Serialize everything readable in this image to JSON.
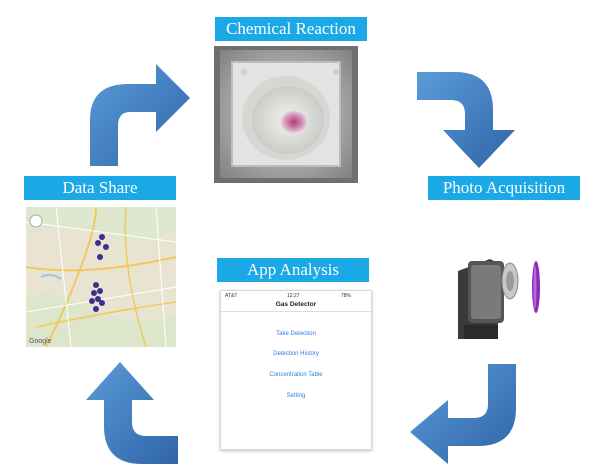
{
  "labels": {
    "chemical_reaction": "Chemical Reaction",
    "photo_acquisition": "Photo Acquisition",
    "app_analysis": "App Analysis",
    "data_share": "Data Share"
  },
  "phone": {
    "carrier": "AT&T",
    "time": "12:27",
    "battery": "78%",
    "title": "Gas Detector",
    "menu": [
      "Take Detection",
      "Detection History",
      "Concentration Table",
      "Setting"
    ]
  },
  "map": {
    "attribution": "Google"
  },
  "colors": {
    "label_bg": "#1ba8e6",
    "arrow": "#3a78bd",
    "link": "#2e7de0",
    "sample_purple": "#8a2bb8"
  },
  "icons": {
    "arrows": [
      "curved-arrow-up-right-icon",
      "curved-arrow-right-down-icon",
      "curved-arrow-down-left-icon",
      "curved-arrow-left-up-icon"
    ],
    "map_pins": "map-pin-icon"
  }
}
